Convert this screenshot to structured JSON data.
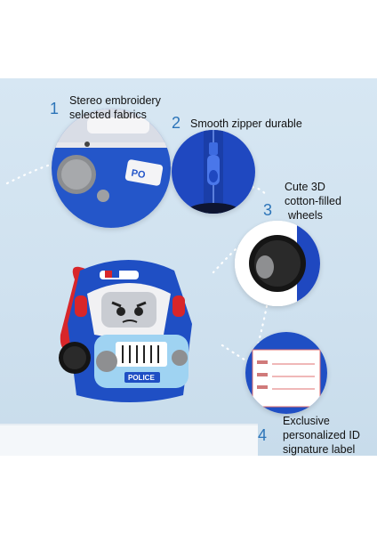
{
  "features": [
    {
      "number": "1",
      "text_lines": [
        "Stereo embroidery",
        "selected fabrics"
      ]
    },
    {
      "number": "2",
      "text_lines": [
        "Smooth zipper durable"
      ]
    },
    {
      "number": "3",
      "text_lines": [
        "Cute 3D",
        "cotton-filled",
        "wheels"
      ]
    },
    {
      "number": "4",
      "text_lines": [
        "Exclusive",
        "personalized ID",
        "signature label"
      ]
    }
  ],
  "bag_label": "POLICE",
  "embroidery_text": "PO",
  "colors": {
    "background": "#d1e3f0",
    "accent_number": "#2c74b8",
    "bag_blue": "#1f4fc4",
    "bag_light_blue": "#9fd3f2",
    "bag_red": "#d8262a"
  }
}
